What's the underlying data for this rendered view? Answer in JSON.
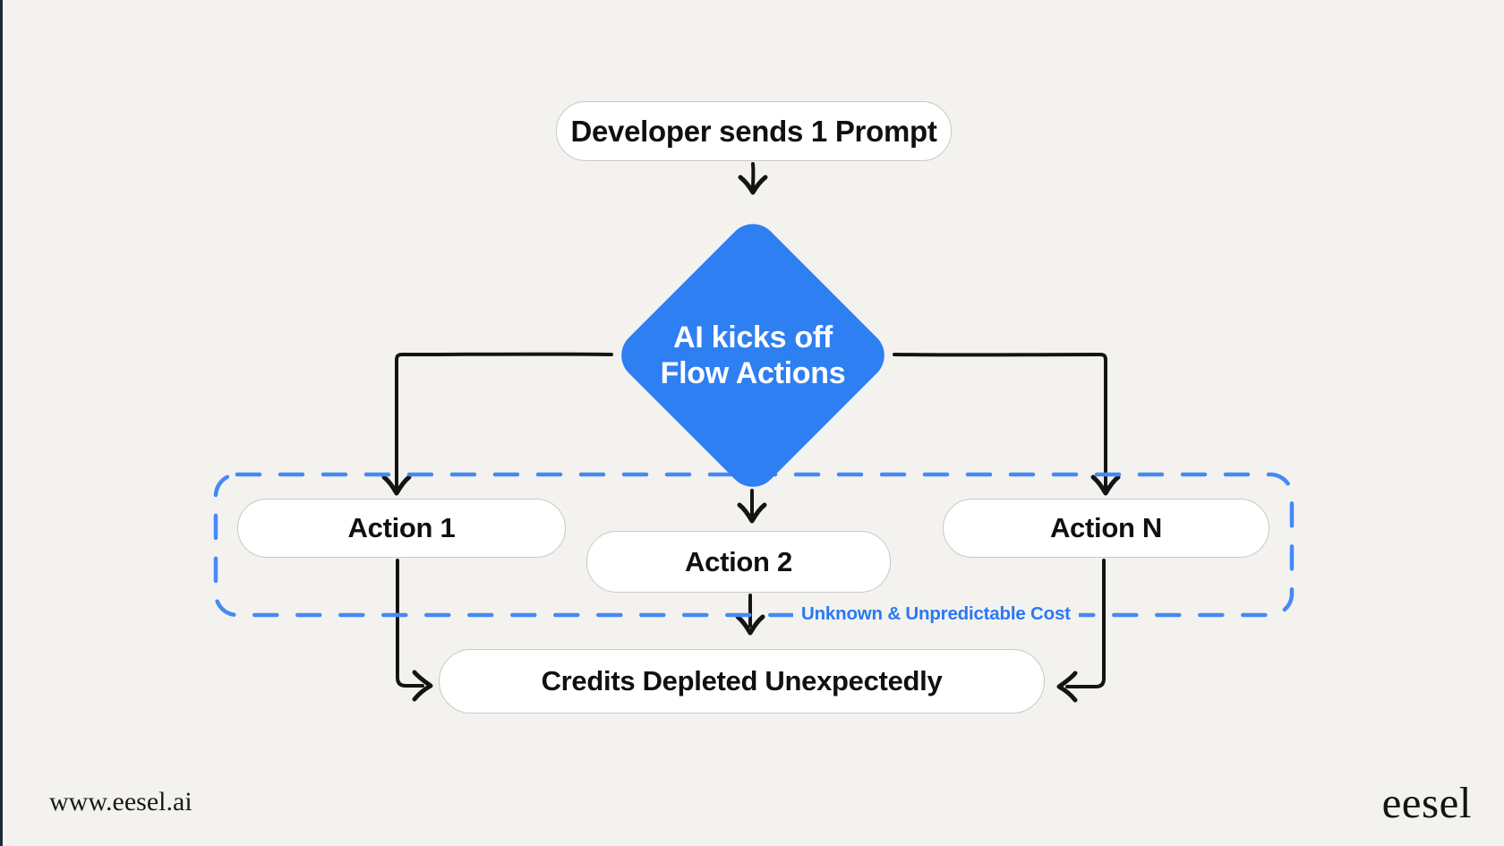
{
  "canvas": {
    "background_color": "#F4F2EF",
    "left_edge_color": "#1E2B38"
  },
  "colors": {
    "decision_diamond_blue": "#2E7FF2",
    "dashed_border_blue": "#4589F5",
    "cost_label_blue": "#2879F5",
    "connector_black": "#141414",
    "node_border_gray": "#C9C8C6"
  },
  "nodes": {
    "start": "Developer sends 1 Prompt",
    "decision_line1": "AI kicks off",
    "decision_line2": "Flow Actions",
    "action1": "Action 1",
    "action2": "Action 2",
    "actionN": "Action N",
    "end": "Credits Depleted Unexpectedly"
  },
  "annotations": {
    "cost_warning": "Unknown & Unpredictable Cost"
  },
  "footer": {
    "website_url": "www.eesel.ai",
    "brand_wordmark": "eesel"
  }
}
